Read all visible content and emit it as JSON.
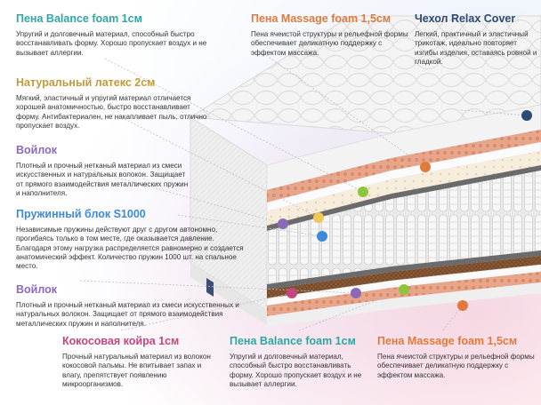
{
  "features": {
    "balance_top": {
      "title": "Пена Balance foam 1см",
      "desc": "Упругий и долговечный материал, способный быстро восстанавливать форму. Хорошо пропускает воздух и не вызывает аллергии."
    },
    "massage_top": {
      "title": "Пена Massage foam 1,5см",
      "desc": "Пена ячеистой структуры и рельефной формы обеспечивает деликатную поддержку с эффектом массажа."
    },
    "cover": {
      "title": "Чехол Relax Cover",
      "desc": "Легкий, практичный и эластичный трикотаж, идеально повторяет изгибы изделия, оставаясь ровной и гладкой."
    },
    "latex": {
      "title": "Натуральный латекс 2см",
      "desc": "Мягкий, эластичный и упругий материал отличается хорошей анатомичностью, быстро восстанавливает форму. Антибактериален, не накапливает пыль, отлично пропускает воздух."
    },
    "felt_top": {
      "title": "Войлок",
      "desc": "Плотный и прочный нетканый материал из смеси искусственных и натуральных волокон. Защищает от прямого взаимодействия металлических пружин и наполнителя."
    },
    "springs": {
      "title": "Пружинный блок S1000",
      "desc": "Независимые пружины действуют друг с другом автономно, прогибаясь только в том месте, где оказывается давление. Благодаря этому нагрузка распределяется равномерно и создается анатомический эффект. Количество пружин 1000 шт. на спальное место."
    },
    "felt_bottom": {
      "title": "Войлок",
      "desc": "Плотный и прочный нетканый материал из смеси искусственных и натуральных волокон. Защищает от прямого взаимодействия металлических пружин и наполнителя."
    },
    "coir": {
      "title": "Кокосовая койра 1см",
      "desc": "Прочный натуральный материал из волокон кокосовой пальмы. Не впитывает запах и влагу, препятствует появлению микроорганизмов."
    },
    "balance_bottom": {
      "title": "Пена Balance foam 1см",
      "desc": "Упругий и долговечный материал, способный быстро восстанавливать форму. Хорошо пропускает воздух и не вызывает аллергии."
    },
    "massage_bottom": {
      "title": "Пена Massage foam 1,5см",
      "desc": "Пена ячеистой структуры и рельефной формы обеспечивает деликатную поддержку с эффектом массажа."
    }
  },
  "colors": {
    "teal": "#2fa6a2",
    "orange": "#e07a3a",
    "navy": "#2e4a73",
    "gold": "#c29a3c",
    "purple": "#8a6ab8",
    "blue": "#3d8bd8",
    "pink": "#c5457f",
    "green": "#8cc63f"
  }
}
